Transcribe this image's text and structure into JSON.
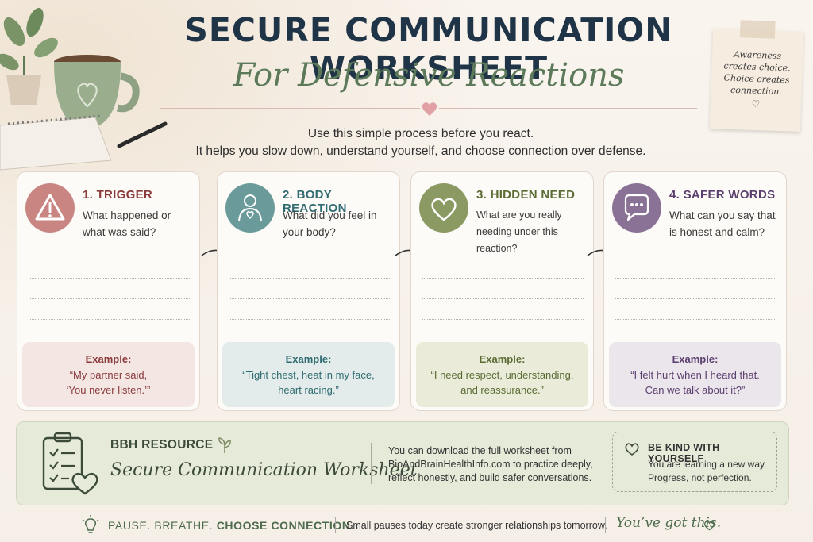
{
  "header": {
    "title": "SECURE COMMUNICATION WORKSHEET",
    "subtitle": "For Defensive Reactions",
    "intro_line1": "Use this simple process before you react.",
    "intro_line2": "It helps you slow down, understand yourself, and choose connection over defense."
  },
  "note": {
    "line1": "Awareness",
    "line2": "creates choice.",
    "line3": "Choice creates",
    "line4": "connection.",
    "heart": "♡"
  },
  "steps": [
    {
      "title": "1. TRIGGER",
      "question": "What happened or what was said?",
      "example_label": "Example:",
      "example_line1": "“My partner said,",
      "example_line2": "‘You never listen.’”",
      "icon": "warning-icon",
      "accent": "#8b3a3a",
      "circle": "#c98582",
      "tint": "#f3e6e3"
    },
    {
      "title": "2. BODY REACTION",
      "question": "What did you feel in your body?",
      "example_label": "Example:",
      "example_line1": "“Tight chest, heat in my face,",
      "example_line2": "heart racing.”",
      "icon": "body-icon",
      "accent": "#2f6b70",
      "circle": "#6a9a9a",
      "tint": "#e3ecea"
    },
    {
      "title": "3. HIDDEN NEED",
      "question": "What are you really needing under this reaction?",
      "example_label": "Example:",
      "example_line1": "“I need respect, understanding,",
      "example_line2": "and reassurance.”",
      "icon": "heart-icon",
      "accent": "#5a6b34",
      "circle": "#8b9a62",
      "tint": "#eaecd9"
    },
    {
      "title": "4. SAFER WORDS",
      "question": "What can you say that is honest and calm?",
      "example_label": "Example:",
      "example_line1": "“I felt hurt when I heard that.",
      "example_line2": "Can we talk about it?”",
      "icon": "chat-icon",
      "accent": "#5b3f6e",
      "circle": "#8a7296",
      "tint": "#ebe5ec"
    }
  ],
  "resource": {
    "label": "BBH RESOURCE",
    "name": "Secure Communication Worksheet",
    "text_line1": "You can download the full worksheet from",
    "text_line2": "BioAndBrainHealthInfo.com to practice deeply,",
    "text_line3": "reflect honestly, and build safer conversations.",
    "kind_title": "BE KIND WITH YOURSELF",
    "kind_line1": "You are learning a new way.",
    "kind_line2": "Progress, not perfection."
  },
  "footer": {
    "pause_a": "PAUSE. BREATHE.",
    "pause_b": "CHOOSE CONNECTION.",
    "text": "Small pauses today create stronger relationships tomorrow.",
    "got": "You’ve got this."
  },
  "colors": {
    "title": "#1f3447",
    "subtitle": "#5c7a5a",
    "background": "#f7f1ea",
    "resource_bg": "#e6ead9",
    "heart_pink": "#d98f95"
  }
}
